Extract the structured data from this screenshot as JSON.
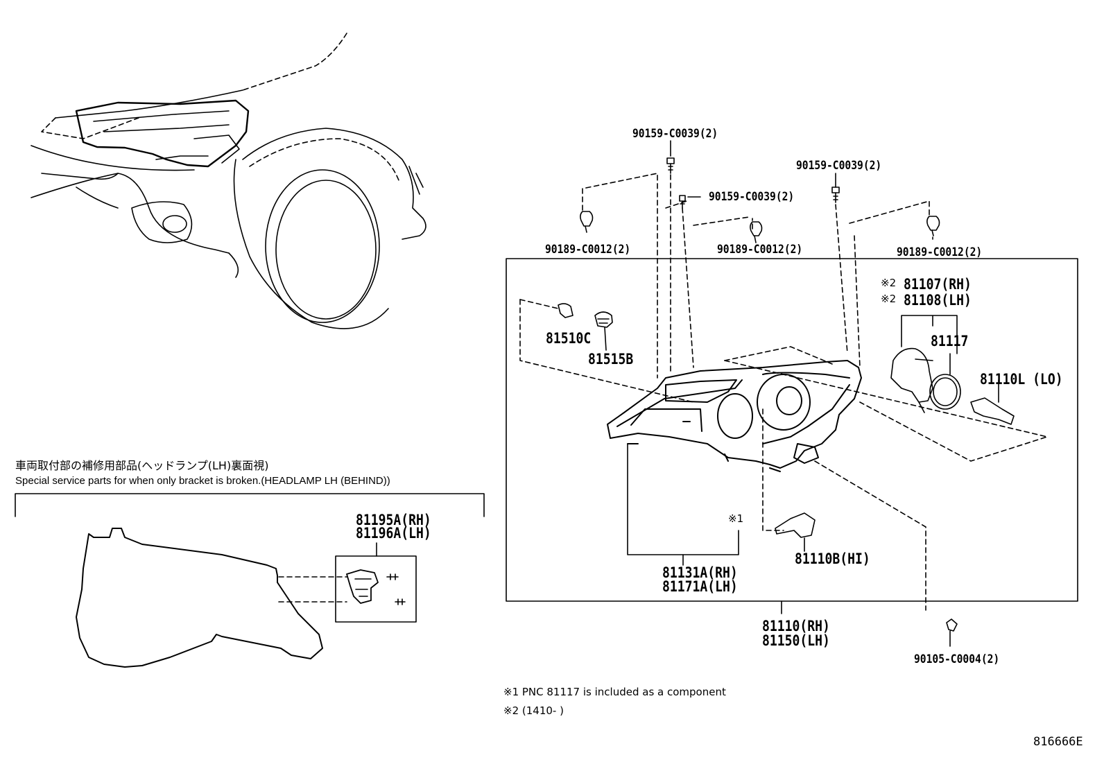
{
  "service_note": {
    "jp": "車両取付部の補修用部品(ヘッドランプ(LH)裏面視)",
    "en": "Special service parts for when only bracket is broken.(HEADLAMP LH (BEHIND))"
  },
  "labels": {
    "bracket_rh": "81195A(RH)",
    "bracket_lh": "81196A(LH)",
    "screw_top": "90159-C0039(2)",
    "screw_mid": "90159-C0039(2)",
    "screw_right": "90159-C0039(2)",
    "clip_left": "90189-C0012(2)",
    "clip_mid": "90189-C0012(2)",
    "clip_right": "90189-C0012(2)",
    "p81510c": "81510C",
    "p81515b": "81515B",
    "mark2a": "※2",
    "mark2b": "※2",
    "p81107": "81107(RH)",
    "p81108": "81108(LH)",
    "p81117": "81117",
    "p81110l": "81110L (LO)",
    "mark1": "※1",
    "p81110b": "81110B(HI)",
    "lens_rh": "81131A(RH)",
    "lens_lh": "81171A(LH)",
    "assy_rh": "81110(RH)",
    "assy_lh": "81150(LH)",
    "screw_bottom": "90105-C0004(2)"
  },
  "footnotes": {
    "note1": "※1  PNC 81117 is included as a component",
    "note2": "※2 (1410-        )"
  },
  "diagram_code": "816666E"
}
